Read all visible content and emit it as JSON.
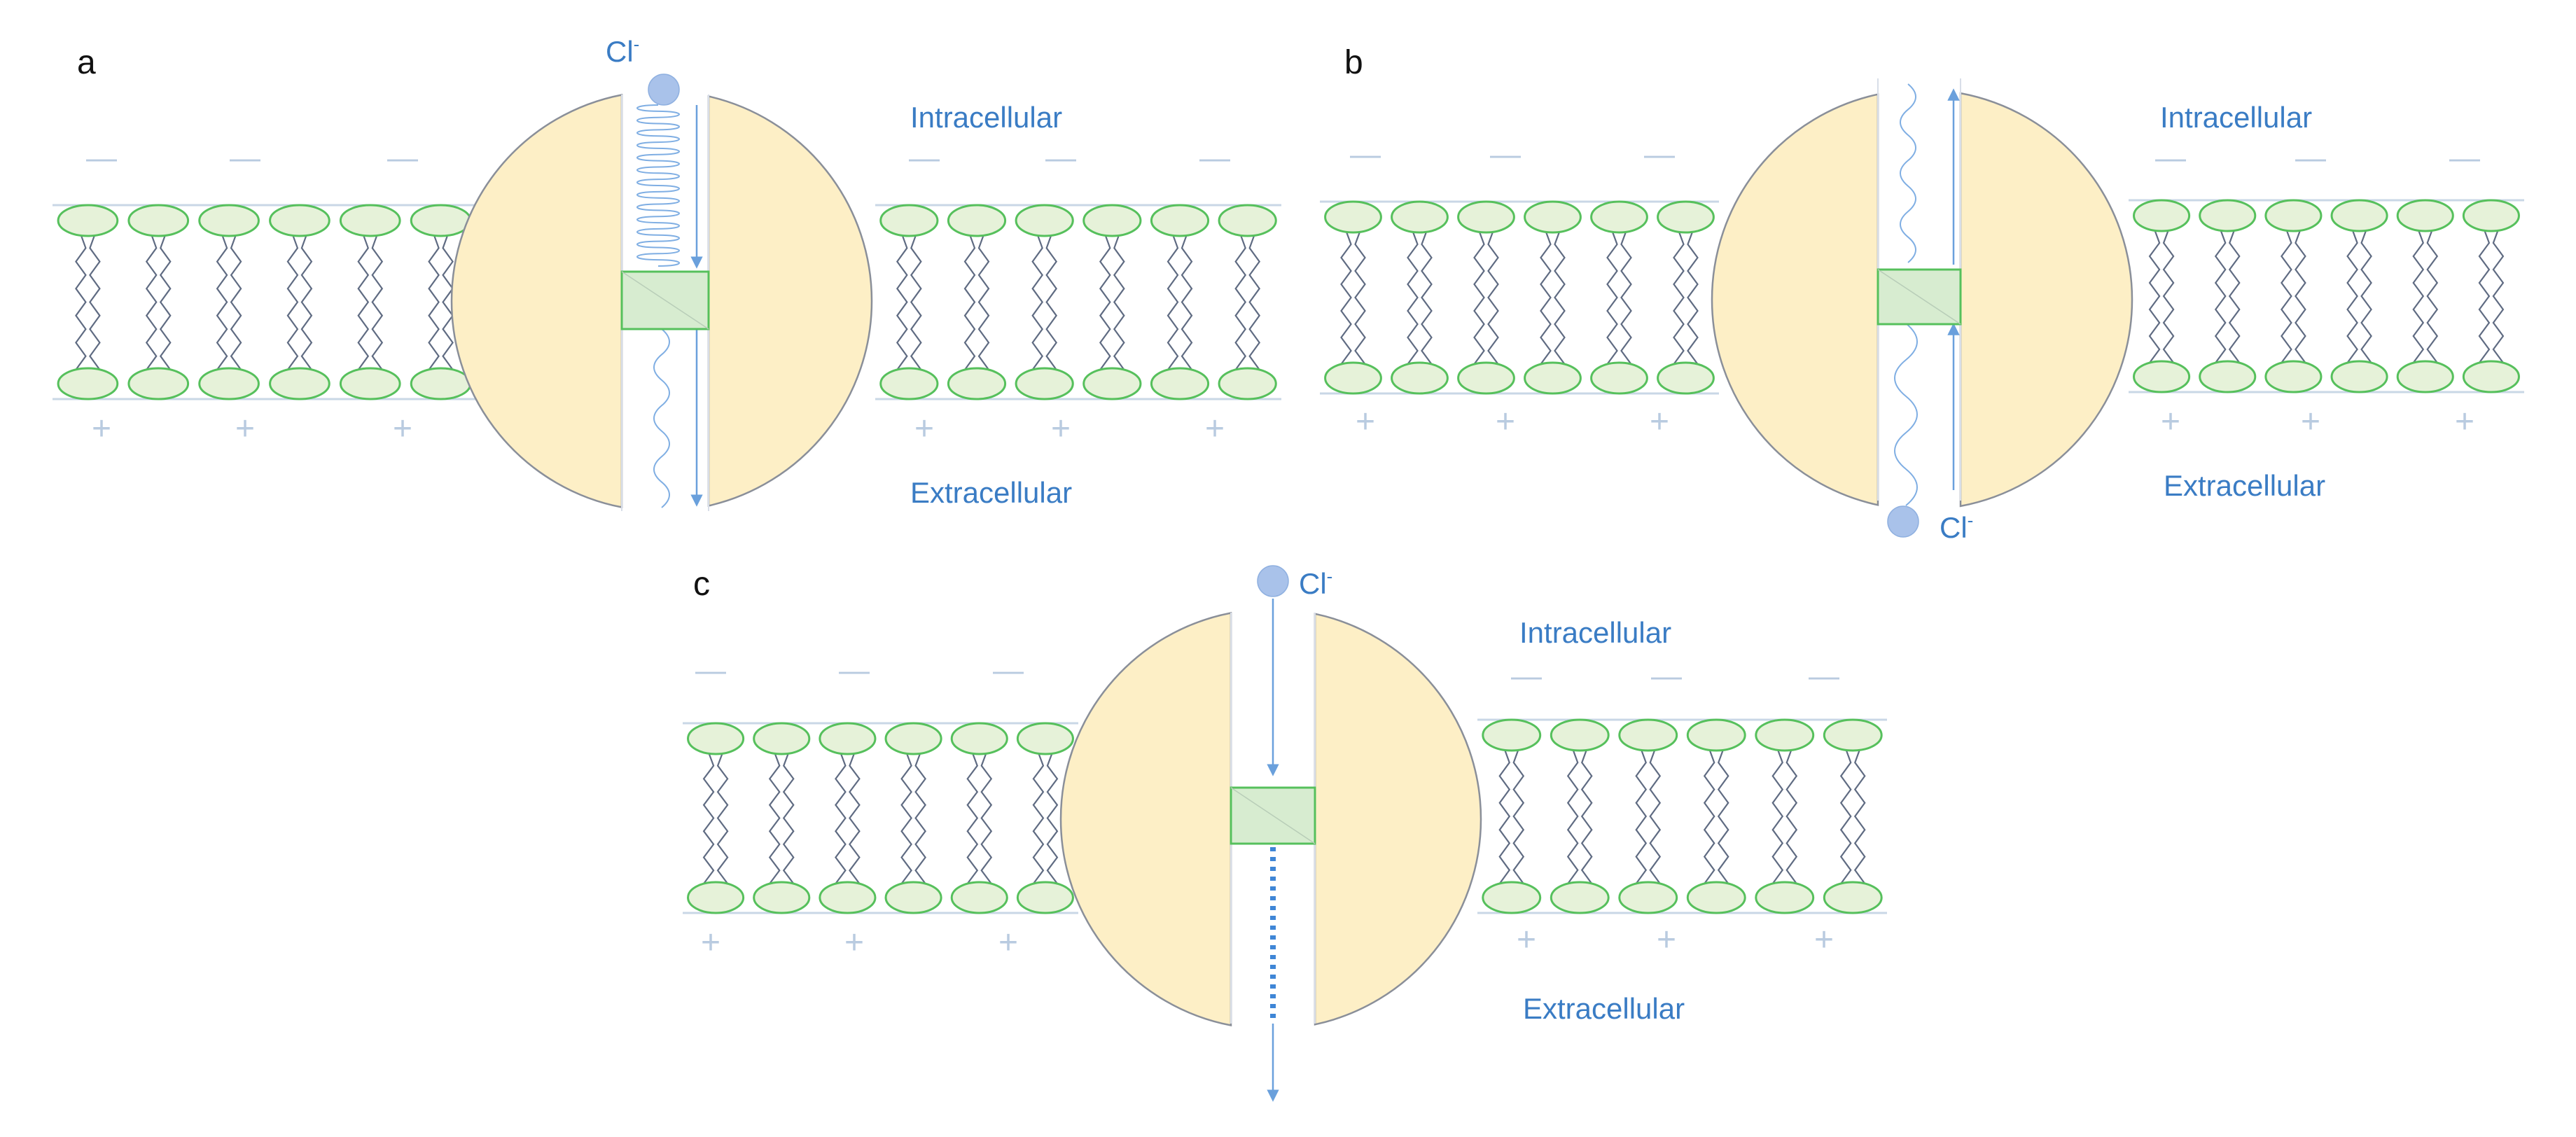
{
  "colors": {
    "membrane_line": "#c9d7e6",
    "head_fill": "#e6f2d9",
    "head_stroke": "#56c05c",
    "tail": "#5f6b82",
    "protein_fill": "#fdefc6",
    "protein_stroke": "#8a8f99",
    "gate_fill": "#d7ecd0",
    "gate_stroke": "#56c05c",
    "ion_fill": "#a9c2ea",
    "label_blue": "#3a7cc4",
    "charge_sign": "#b9cbe0"
  },
  "panels": [
    {
      "letter": "a",
      "ion_label": "Cl",
      "ion_charge": "-",
      "top_label": "Intracellular",
      "bottom_label": "Extracellular",
      "mode": "in-to-out"
    },
    {
      "letter": "b",
      "ion_label": "Cl",
      "ion_charge": "-",
      "top_label": "Intracellular",
      "bottom_label": "Extracellular",
      "mode": "out-to-in"
    },
    {
      "letter": "c",
      "ion_label": "Cl",
      "ion_charge": "-",
      "top_label": "Intracellular",
      "bottom_label": "Extracellular",
      "mode": "open-flow"
    }
  ],
  "symbols": {
    "negative": "—",
    "positive": "+"
  }
}
